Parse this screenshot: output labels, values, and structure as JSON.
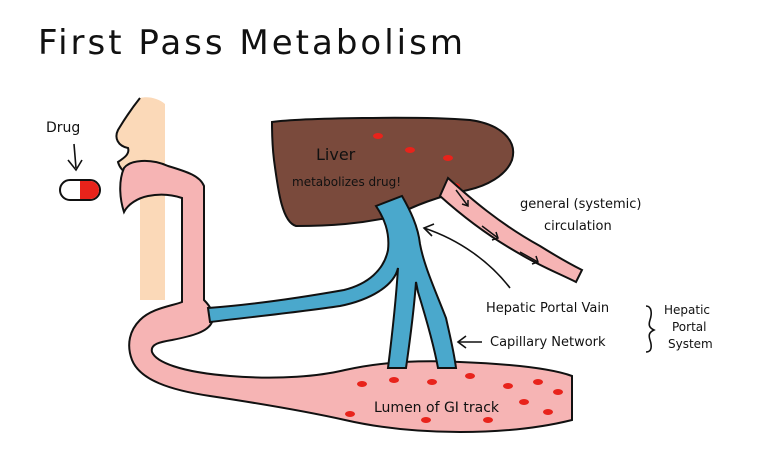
{
  "title": "First Pass Metabolism",
  "labels": {
    "drug": "Drug",
    "liver": "Liver",
    "liver_action": "metabolizes drug!",
    "general_circulation_line1": "general (systemic)",
    "general_circulation_line2": "circulation",
    "hepatic_portal_vein": "Hepatic Portal Vain",
    "capillary_network": "Capillary Network",
    "hepatic_portal_system_line1": "Hepatic",
    "hepatic_portal_system_line2": "Portal",
    "hepatic_portal_system_line3": "System",
    "gi_lumen": "Lumen of GI track"
  },
  "colors": {
    "liver": "#7a4a3c",
    "portal_vein": "#4aa8cc",
    "gi_tract": "#f6b4b4",
    "face": "#fbd9b8",
    "drug_particle": "#e8231b",
    "outline": "#111111"
  },
  "icons": [
    "pill-icon",
    "arrow-down-icon",
    "arrow-left-icon",
    "curved-arrow-icon",
    "brace-icon"
  ]
}
